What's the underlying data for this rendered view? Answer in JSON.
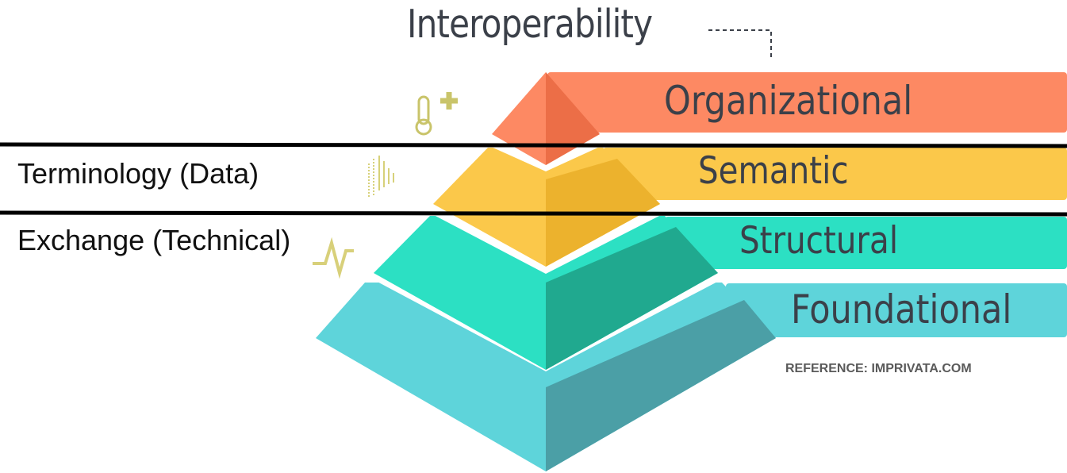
{
  "diagram": {
    "title": "Interoperability",
    "layers": [
      {
        "label": "Organizational",
        "color": "#fd8963",
        "shade": "#ec6e47"
      },
      {
        "label": "Semantic",
        "color": "#fbc84a",
        "shade": "#ecb22d"
      },
      {
        "label": "Structural",
        "color": "#2ce0c3",
        "shade": "#20a98f"
      },
      {
        "label": "Foundational",
        "color": "#5ed4da",
        "shade": "#4b9fa6"
      }
    ],
    "annotations": {
      "terminology": "Terminology (Data)",
      "exchange": "Exchange (Technical)"
    },
    "reference": "REFERENCE: IMPRIVATA.COM",
    "icons": [
      "thermometer-plus-icon",
      "bar-marks-icon",
      "heartbeat-icon"
    ]
  }
}
